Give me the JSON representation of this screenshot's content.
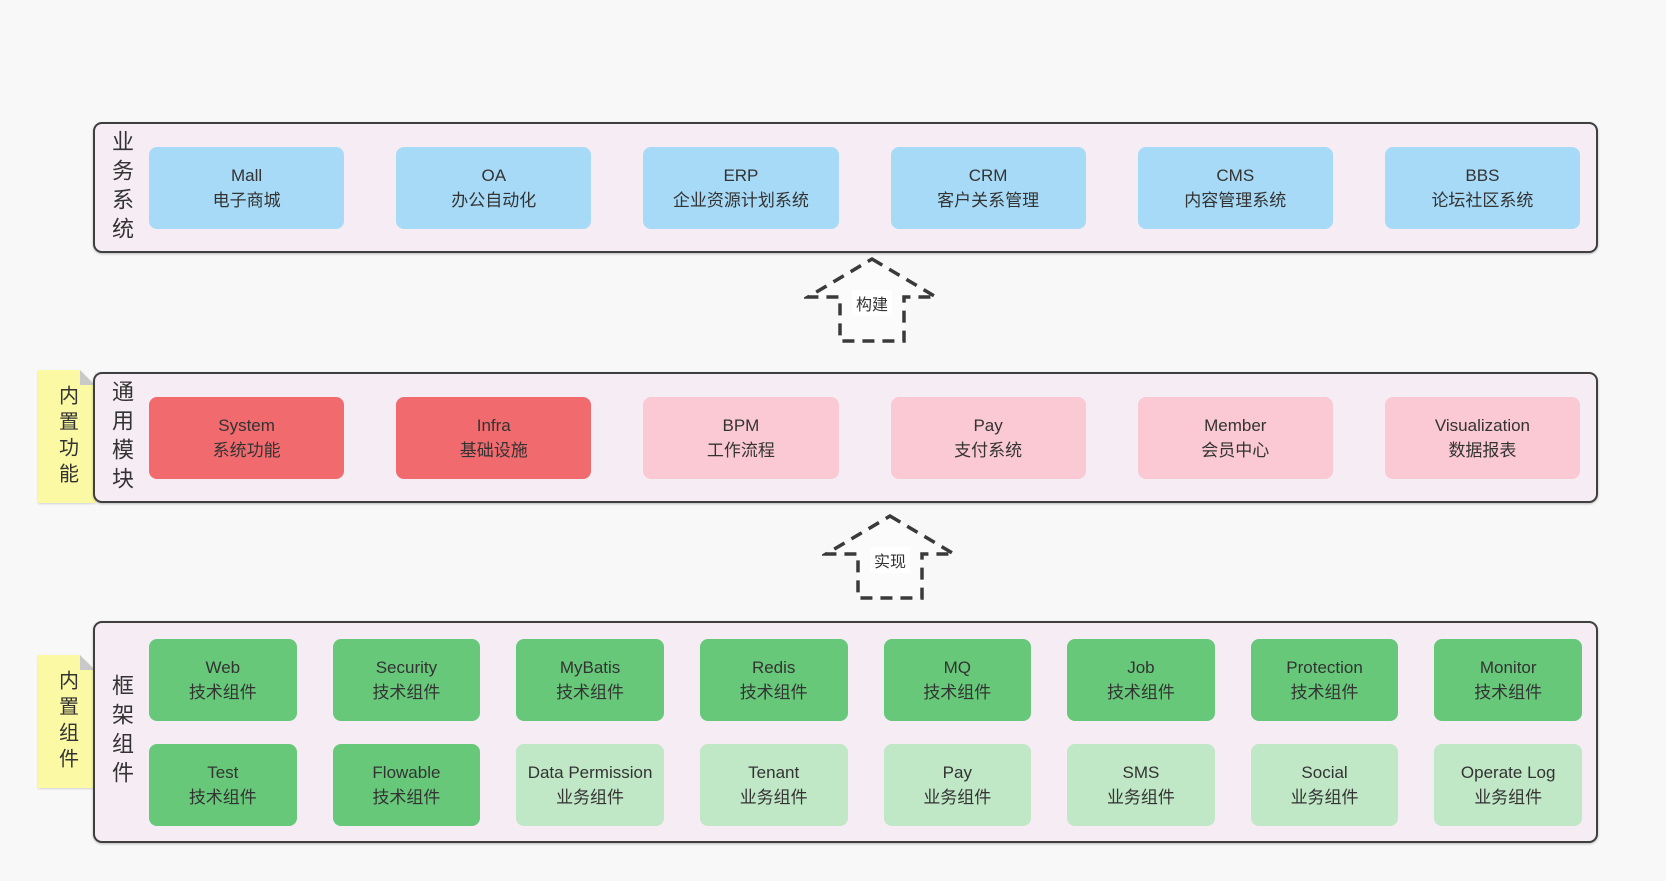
{
  "colors": {
    "page_background": "#f8f8f8",
    "container_fill": "#f6ecf4",
    "container_border": "#3f3f3f",
    "business_box": "#a7daf6",
    "core_module_box": "#f16a6e",
    "optional_module_box": "#fac9d3",
    "tech_component_box": "#67c87a",
    "biz_component_box": "#c0e7c6",
    "sticky_note": "#fbf9a3",
    "sticky_fold": "#c9c9c9",
    "text": "#333333"
  },
  "layers": {
    "business": {
      "label": "业务系统",
      "boxes": [
        {
          "title": "Mall",
          "subtitle": "电子商城"
        },
        {
          "title": "OA",
          "subtitle": "办公自动化"
        },
        {
          "title": "ERP",
          "subtitle": "企业资源计划系统"
        },
        {
          "title": "CRM",
          "subtitle": "客户关系管理"
        },
        {
          "title": "CMS",
          "subtitle": "内容管理系统"
        },
        {
          "title": "BBS",
          "subtitle": "论坛社区系统"
        }
      ]
    },
    "modules": {
      "label": "通用模块",
      "sticky": "内置功能",
      "boxes": [
        {
          "title": "System",
          "subtitle": "系统功能"
        },
        {
          "title": "Infra",
          "subtitle": "基础设施"
        },
        {
          "title": "BPM",
          "subtitle": "工作流程"
        },
        {
          "title": "Pay",
          "subtitle": "支付系统"
        },
        {
          "title": "Member",
          "subtitle": "会员中心"
        },
        {
          "title": "Visualization",
          "subtitle": "数据报表"
        }
      ]
    },
    "framework": {
      "label": "框架组件",
      "sticky": "内置组件",
      "row1": [
        {
          "title": "Web",
          "subtitle": "技术组件"
        },
        {
          "title": "Security",
          "subtitle": "技术组件"
        },
        {
          "title": "MyBatis",
          "subtitle": "技术组件"
        },
        {
          "title": "Redis",
          "subtitle": "技术组件"
        },
        {
          "title": "MQ",
          "subtitle": "技术组件"
        },
        {
          "title": "Job",
          "subtitle": "技术组件"
        },
        {
          "title": "Protection",
          "subtitle": "技术组件"
        },
        {
          "title": "Monitor",
          "subtitle": "技术组件"
        }
      ],
      "row2": [
        {
          "title": "Test",
          "subtitle": "技术组件"
        },
        {
          "title": "Flowable",
          "subtitle": "技术组件"
        },
        {
          "title": "Data Permission",
          "subtitle": "业务组件"
        },
        {
          "title": "Tenant",
          "subtitle": "业务组件"
        },
        {
          "title": "Pay",
          "subtitle": "业务组件"
        },
        {
          "title": "SMS",
          "subtitle": "业务组件"
        },
        {
          "title": "Social",
          "subtitle": "业务组件"
        },
        {
          "title": "Operate Log",
          "subtitle": "业务组件"
        }
      ]
    }
  },
  "arrows": {
    "build": {
      "label": "构建"
    },
    "implement": {
      "label": "实现"
    }
  }
}
